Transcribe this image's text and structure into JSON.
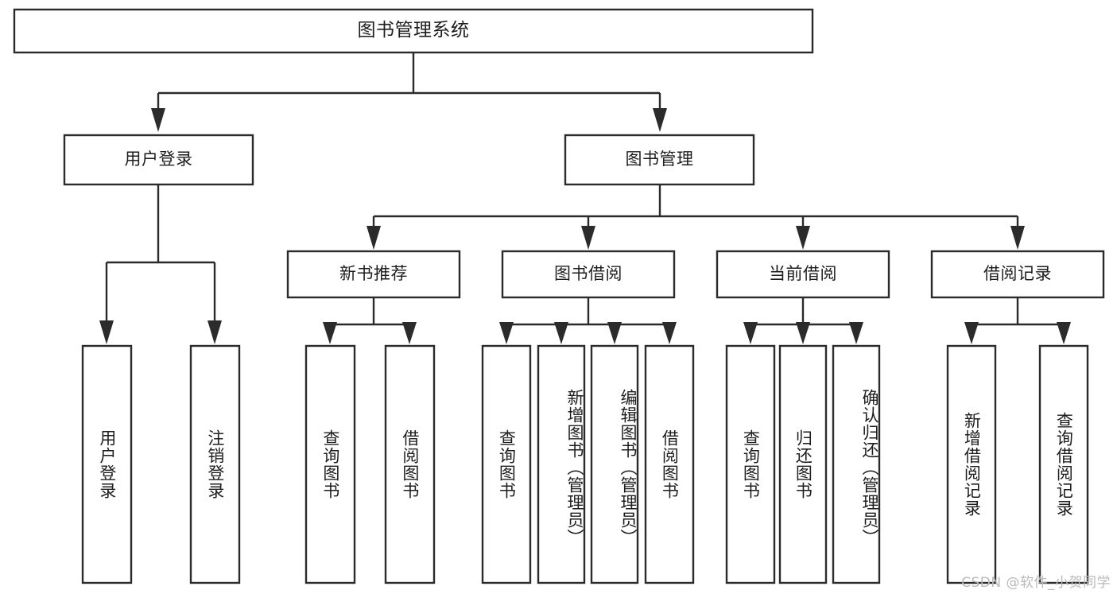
{
  "diagram": {
    "kind": "tree-hierarchy-chart",
    "orientation": "top-down",
    "root": {
      "id": "root",
      "label": "图书管理系统",
      "text_direction": "horizontal"
    },
    "level2": [
      {
        "id": "user-login",
        "label": "用户登录",
        "text_direction": "horizontal"
      },
      {
        "id": "book-management",
        "label": "图书管理",
        "text_direction": "horizontal"
      }
    ],
    "level3": [
      {
        "id": "new-book-recommend",
        "label": "新书推荐",
        "text_direction": "horizontal",
        "parent": "book-management"
      },
      {
        "id": "book-borrow",
        "label": "图书借阅",
        "text_direction": "horizontal",
        "parent": "book-management"
      },
      {
        "id": "current-borrow",
        "label": "当前借阅",
        "text_direction": "horizontal",
        "parent": "book-management"
      },
      {
        "id": "borrow-record",
        "label": "借阅记录",
        "text_direction": "horizontal",
        "parent": "book-management"
      }
    ],
    "leaves": [
      {
        "id": "leaf-user-login",
        "label": "用户登录",
        "text_direction": "vertical",
        "parent": "user-login"
      },
      {
        "id": "leaf-logout-login",
        "label": "注销登录",
        "text_direction": "vertical",
        "parent": "user-login"
      },
      {
        "id": "leaf-query-book-1",
        "label": "查询图书",
        "text_direction": "vertical",
        "parent": "new-book-recommend"
      },
      {
        "id": "leaf-borrow-book-1",
        "label": "借阅图书",
        "text_direction": "vertical",
        "parent": "new-book-recommend"
      },
      {
        "id": "leaf-query-book-2",
        "label": "查询图书",
        "text_direction": "vertical",
        "parent": "book-borrow"
      },
      {
        "id": "leaf-add-book-admin",
        "label": "新增图书（管理员）",
        "text_direction": "vertical",
        "parent": "book-borrow"
      },
      {
        "id": "leaf-edit-book-admin",
        "label": "编辑图书（管理员）",
        "text_direction": "vertical",
        "parent": "book-borrow"
      },
      {
        "id": "leaf-borrow-book-2",
        "label": "借阅图书",
        "text_direction": "vertical",
        "parent": "book-borrow"
      },
      {
        "id": "leaf-query-book-3",
        "label": "查询图书",
        "text_direction": "vertical",
        "parent": "current-borrow"
      },
      {
        "id": "leaf-return-book",
        "label": "归还图书",
        "text_direction": "vertical",
        "parent": "current-borrow"
      },
      {
        "id": "leaf-confirm-return-admin",
        "label": "确认归还（管理员）",
        "text_direction": "vertical",
        "parent": "current-borrow"
      },
      {
        "id": "leaf-add-borrow-record",
        "label": "新增借阅记录",
        "text_direction": "vertical",
        "parent": "borrow-record"
      },
      {
        "id": "leaf-query-borrow-record",
        "label": "查询借阅记录",
        "text_direction": "vertical",
        "parent": "borrow-record"
      }
    ]
  },
  "watermark": {
    "text": "CSDN @软件_小贺同学",
    "color": "#b9b9b9"
  },
  "colors": {
    "background": "#ffffff",
    "box_fill": "#ffffff",
    "box_stroke": "#2b2b2b",
    "connector": "#2b2b2b",
    "text": "#1d1d1d"
  }
}
